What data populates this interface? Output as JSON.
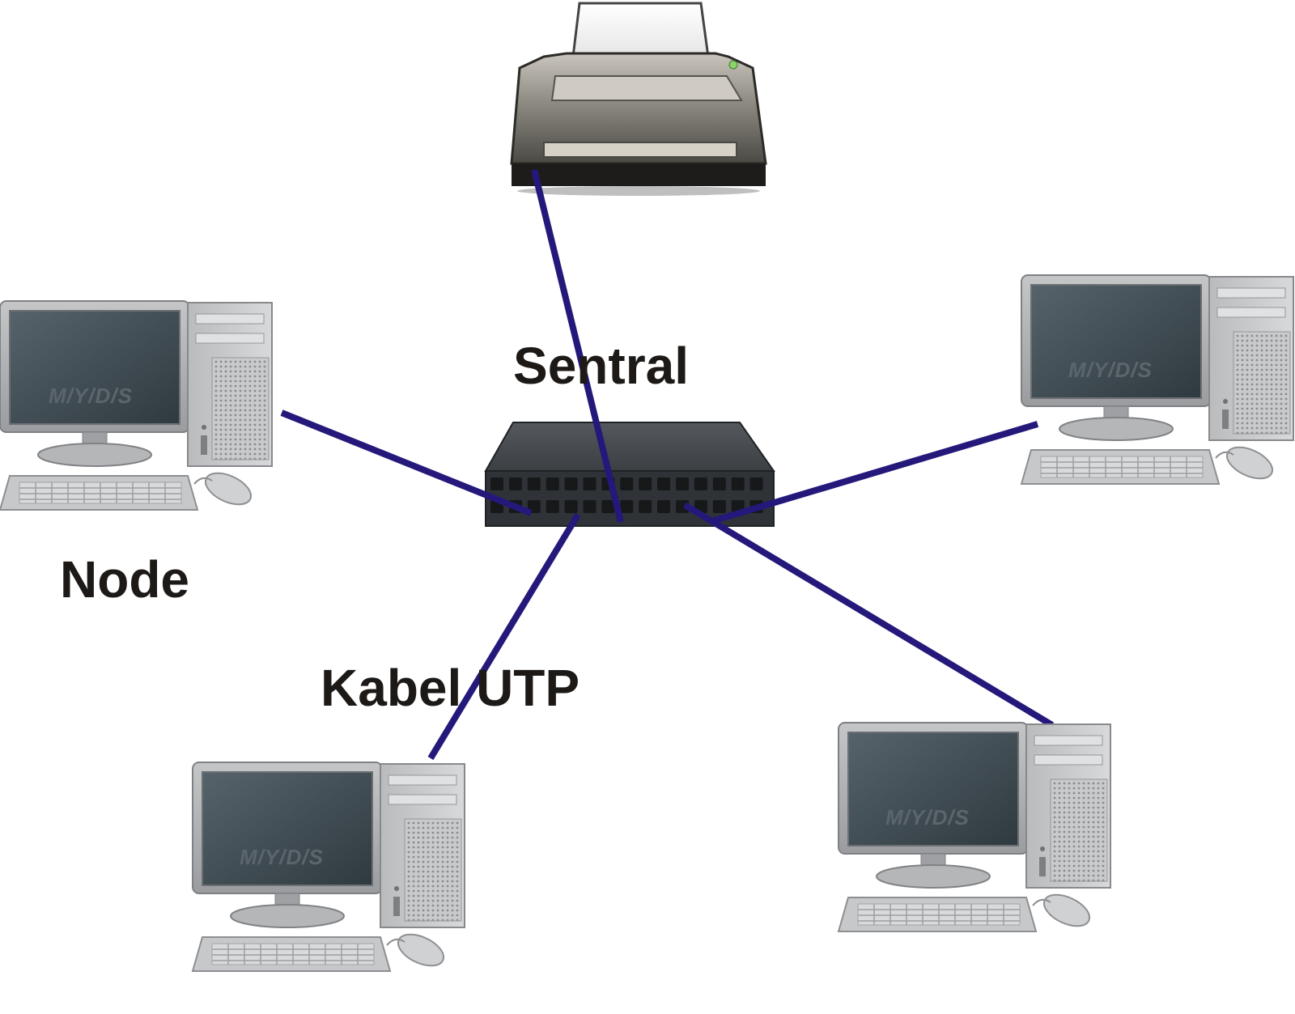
{
  "labels": {
    "center": "Sentral",
    "node": "Node",
    "cable": "Kabel UTP"
  },
  "computer_brand": "M/Y/D/S",
  "devices": {
    "printer": "printer-icon",
    "switch": "network-switch-icon",
    "computer": "desktop-computer-icon"
  },
  "colors": {
    "cable": "#24197a",
    "label": "#1c1917",
    "switch_body": "#3f4347",
    "switch_port": "#16181a"
  }
}
